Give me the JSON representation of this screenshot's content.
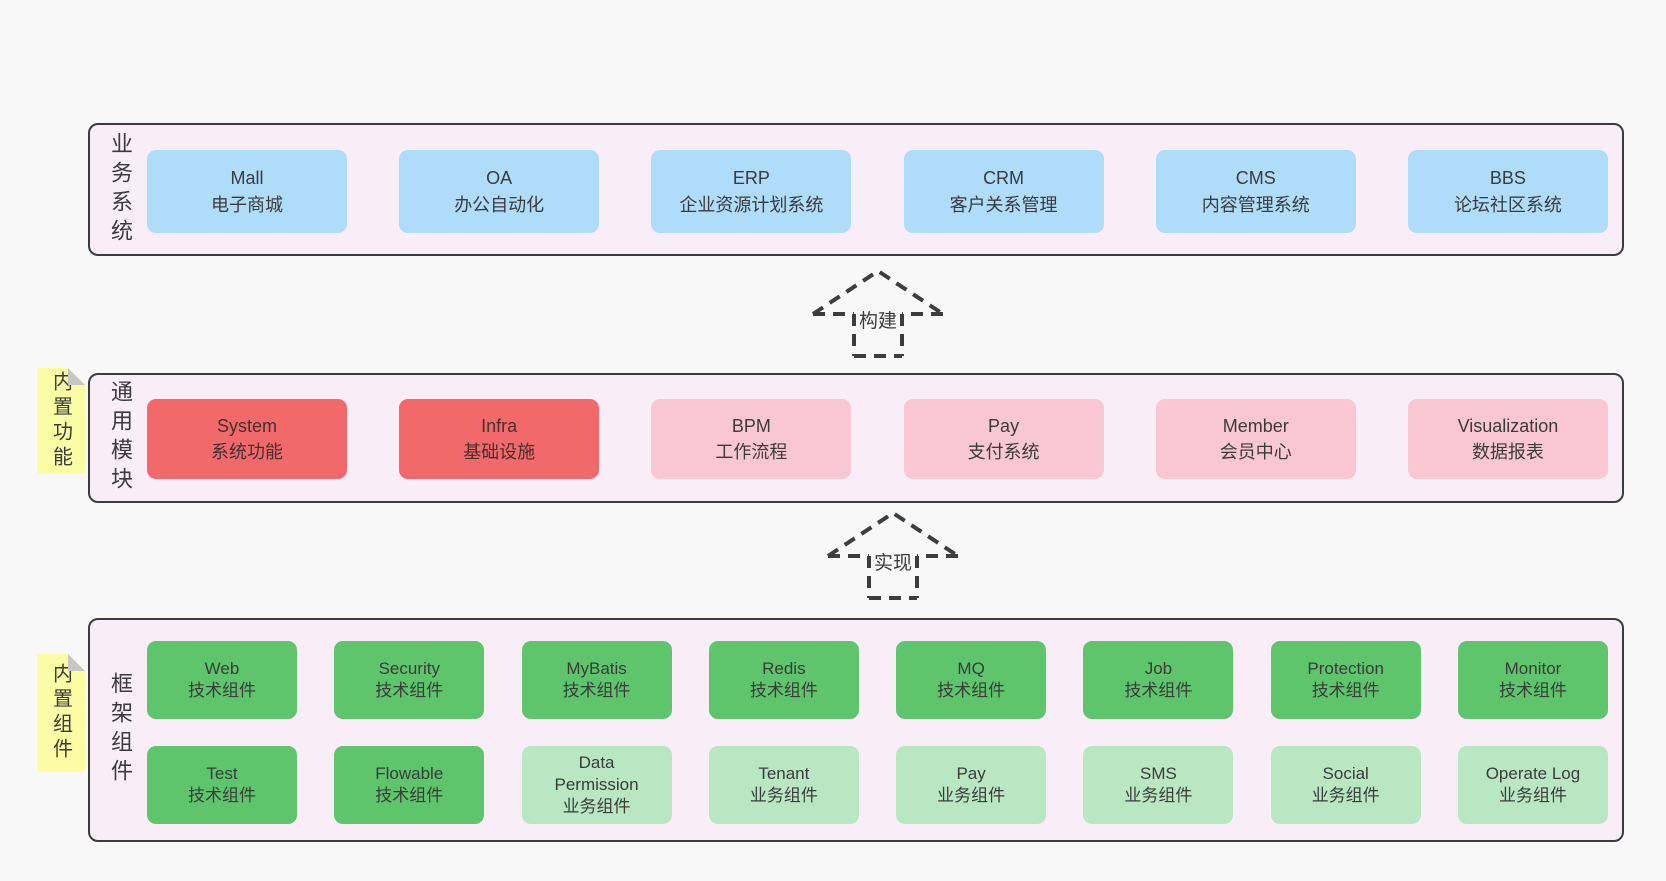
{
  "diagram": {
    "colors": {
      "page_bg": "#f8f8f8",
      "band_bg": "#f9edf7",
      "band_border": "#3c3c3c",
      "blue_box": "#aedcf9",
      "red_box": "#f2696c",
      "pink_box": "#f9c7d1",
      "green_box": "#5ec56c",
      "light_green_box": "#b9e7c2",
      "sticky_yellow": "#fbfda5",
      "sticky_fold_gray": "#c7c7c7",
      "text": "#3b3b3b"
    }
  },
  "bands": [
    {
      "label": "业务系统",
      "boxes": [
        {
          "title": "Mall",
          "subtitle": "电子商城"
        },
        {
          "title": "OA",
          "subtitle": "办公自动化"
        },
        {
          "title": "ERP",
          "subtitle": "企业资源计划系统"
        },
        {
          "title": "CRM",
          "subtitle": "客户关系管理"
        },
        {
          "title": "CMS",
          "subtitle": "内容管理系统"
        },
        {
          "title": "BBS",
          "subtitle": "论坛社区系统"
        }
      ]
    },
    {
      "label": "通用模块",
      "sticky": "内置功能",
      "boxes": [
        {
          "title": "System",
          "subtitle": "系统功能"
        },
        {
          "title": "Infra",
          "subtitle": "基础设施"
        },
        {
          "title": "BPM",
          "subtitle": "工作流程"
        },
        {
          "title": "Pay",
          "subtitle": "支付系统"
        },
        {
          "title": "Member",
          "subtitle": "会员中心"
        },
        {
          "title": "Visualization",
          "subtitle": "数据报表"
        }
      ]
    },
    {
      "label": "框架组件",
      "sticky": "内置组件",
      "rows": [
        [
          {
            "title": "Web",
            "subtitle": "技术组件"
          },
          {
            "title": "Security",
            "subtitle": "技术组件"
          },
          {
            "title": "MyBatis",
            "subtitle": "技术组件"
          },
          {
            "title": "Redis",
            "subtitle": "技术组件"
          },
          {
            "title": "MQ",
            "subtitle": "技术组件"
          },
          {
            "title": "Job",
            "subtitle": "技术组件"
          },
          {
            "title": "Protection",
            "subtitle": "技术组件"
          },
          {
            "title": "Monitor",
            "subtitle": "技术组件"
          }
        ],
        [
          {
            "title": "Test",
            "subtitle": "技术组件"
          },
          {
            "title": "Flowable",
            "subtitle": "技术组件"
          },
          {
            "title": "Data Permission",
            "subtitle": "业务组件"
          },
          {
            "title": "Tenant",
            "subtitle": "业务组件"
          },
          {
            "title": "Pay",
            "subtitle": "业务组件"
          },
          {
            "title": "SMS",
            "subtitle": "业务组件"
          },
          {
            "title": "Social",
            "subtitle": "业务组件"
          },
          {
            "title": "Operate Log",
            "subtitle": "业务组件"
          }
        ]
      ]
    }
  ],
  "arrows": [
    {
      "label": "构建"
    },
    {
      "label": "实现"
    }
  ]
}
